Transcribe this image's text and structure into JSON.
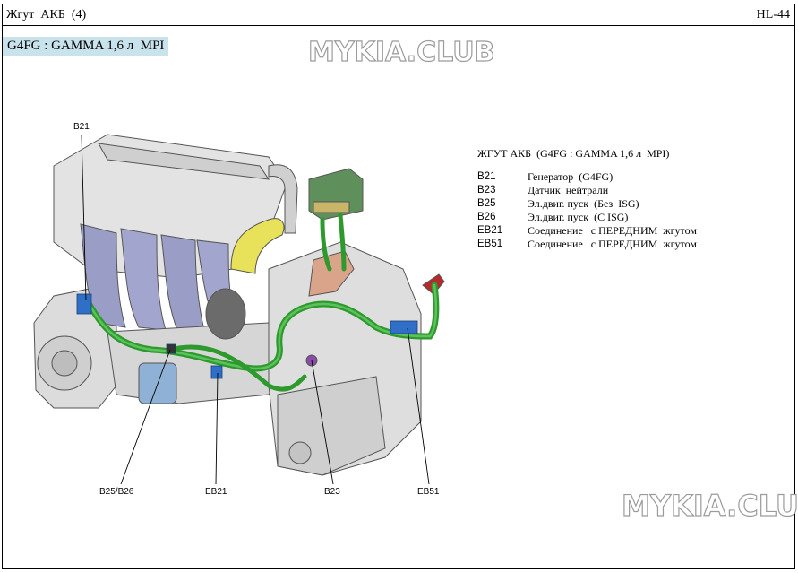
{
  "header": {
    "title": "Жгут  АКБ  (4)",
    "page": "HL-44"
  },
  "engine_tag": "G4FG : GAMMA 1,6 л  MPI",
  "watermark": {
    "top": "MYKIA.CLUB",
    "bottom": "MYKIA.CLUB"
  },
  "diagram_labels": {
    "b21": "B21",
    "b25_b26": "B25/B26",
    "eb21": "EB21",
    "b23": "B23",
    "eb51": "EB51"
  },
  "legend": {
    "title": "ЖГУТ АКБ  (G4FG : GAMMA 1,6 л  MPI)",
    "items": [
      {
        "code": "B21",
        "desc": "Генератор  (G4FG)"
      },
      {
        "code": "B23",
        "desc": "Датчик  нейтрали"
      },
      {
        "code": "B25",
        "desc": "Эл.двиг. пуск  (Без  ISG)"
      },
      {
        "code": "B26",
        "desc": "Эл.двиг. пуск  (С ISG)"
      },
      {
        "code": "EB21",
        "desc": "Соединение   с ПЕРЕДНИМ  жгутом"
      },
      {
        "code": "EB51",
        "desc": "Соединение   с ПЕРЕДНИМ  жгутом"
      }
    ]
  },
  "colors": {
    "harness": "#2e9a2e",
    "connector_blue": "#2f6fc8",
    "engine_gray": "#d9d9d9",
    "tag_bg": "#c9e3ec"
  }
}
